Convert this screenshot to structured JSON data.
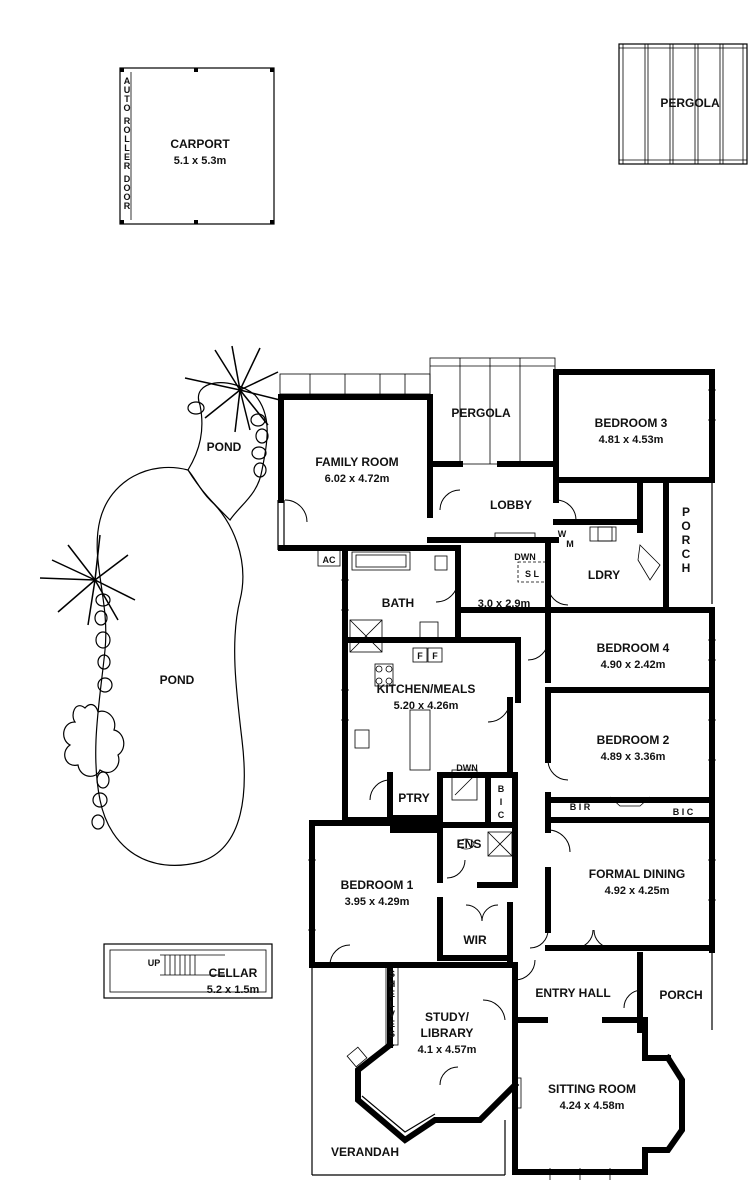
{
  "rooms": {
    "carport": {
      "name": "CARPORT",
      "size": "5.1 x 5.3m"
    },
    "auto_roller_door": [
      "A",
      "U",
      "T",
      "O",
      "R",
      "O",
      "L",
      "L",
      "E",
      "R",
      "D",
      "O",
      "O",
      "R"
    ],
    "pergola_top": {
      "name": "PERGOLA"
    },
    "pergola_mid": {
      "name": "PERGOLA"
    },
    "pond_small": {
      "name": "POND"
    },
    "pond_large": {
      "name": "POND"
    },
    "family_room": {
      "name": "FAMILY ROOM",
      "size": "6.02 x 4.72m"
    },
    "bedroom3": {
      "name": "BEDROOM 3",
      "size": "4.81 x 4.53m"
    },
    "lobby": {
      "name": "LOBBY"
    },
    "porch_side": [
      "P",
      "O",
      "R",
      "C",
      "H"
    ],
    "ac": {
      "name": "AC"
    },
    "wm": {
      "w": "W",
      "m": "M"
    },
    "dwn_upper": {
      "name": "DWN"
    },
    "sl": {
      "name": "S L"
    },
    "ldry": {
      "name": "LDRY"
    },
    "bath": {
      "name": "BATH"
    },
    "hall_room": {
      "size": "3.0 x 2.9m"
    },
    "bedroom4": {
      "name": "BEDROOM 4",
      "size": "4.90 x 2.42m"
    },
    "ff": {
      "f1": "F",
      "f2": "F"
    },
    "kitchen": {
      "name": "KITCHEN/MEALS",
      "size": "5.20 x 4.26m"
    },
    "bedroom2": {
      "name": "BEDROOM 2",
      "size": "4.89 x 3.36m"
    },
    "dwn_lower": {
      "name": "DWN"
    },
    "ptry": {
      "name": "PTRY"
    },
    "bic_vertical": {
      "b": "B",
      "i": "I",
      "c": "C"
    },
    "bir": {
      "name": "B I R"
    },
    "bic_right": {
      "name": "B I C"
    },
    "ens": {
      "name": "ENS"
    },
    "formal_dining": {
      "name": "FORMAL DINING",
      "size": "4.92 x 4.25m"
    },
    "bedroom1": {
      "name": "BEDROOM 1",
      "size": "3.95 x 4.29m"
    },
    "wir": {
      "name": "WIR"
    },
    "cellar": {
      "up": "UP",
      "name": "CELLAR",
      "size": "5.2 x 1.5m"
    },
    "shelves": [
      "S",
      "H",
      "E",
      "L",
      "V",
      "E",
      "S"
    ],
    "entry_hall": {
      "name": "ENTRY HALL"
    },
    "porch_front": {
      "name": "PORCH"
    },
    "study": {
      "name1": "STUDY/",
      "name2": "LIBRARY",
      "size": "4.1 x 4.57m"
    },
    "sitting_room": {
      "name": "SITTING ROOM",
      "size": "4.24 x 4.58m"
    },
    "verandah": {
      "name": "VERANDAH"
    }
  }
}
